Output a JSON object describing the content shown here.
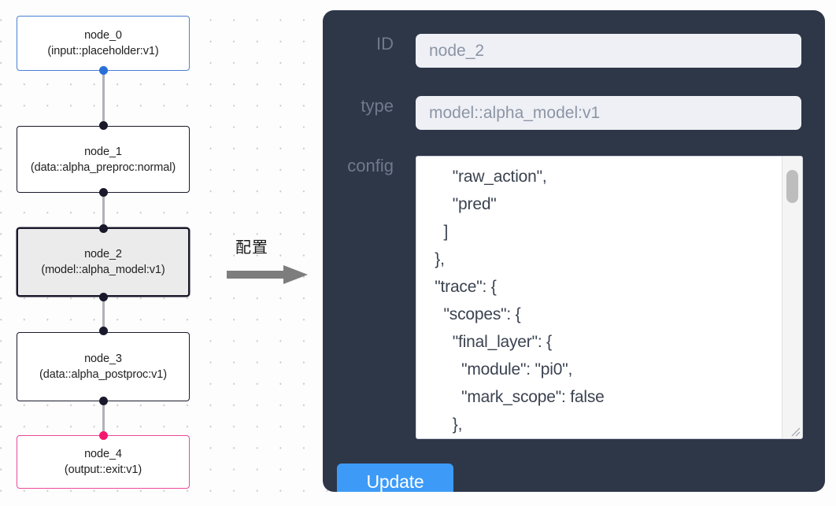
{
  "canvas": {
    "grid": "dotted",
    "background_color": "#fdfdfe"
  },
  "graph": {
    "nodes": [
      {
        "id": "node_0",
        "title": "node_0",
        "subtitle": "(input::placeholder:v1)",
        "role": "input",
        "selected": false,
        "border_color": "#4a7fd6"
      },
      {
        "id": "node_1",
        "title": "node_1",
        "subtitle": "(data::alpha_preproc:normal)",
        "role": "default",
        "selected": false,
        "border_color": "#1a192b"
      },
      {
        "id": "node_2",
        "title": "node_2",
        "subtitle": "(model::alpha_model:v1)",
        "role": "default",
        "selected": true,
        "border_color": "#1a192b"
      },
      {
        "id": "node_3",
        "title": "node_3",
        "subtitle": "(data::alpha_postproc:v1)",
        "role": "default",
        "selected": false,
        "border_color": "#1a192b"
      },
      {
        "id": "node_4",
        "title": "node_4",
        "subtitle": "(output::exit:v1)",
        "role": "output",
        "selected": false,
        "border_color": "#ec4899"
      }
    ],
    "edge_color": "#b1b1b7",
    "handle_color": "#1a192b",
    "handle_color_input": "#2a6fd6",
    "handle_color_output": "#f5176d"
  },
  "arrow": {
    "caption": "配置",
    "color": "#7d7d7d"
  },
  "panel": {
    "background_color": "#2e3748",
    "accent_color": "#3d9bf7",
    "fields": [
      {
        "label": "ID",
        "value": "node_2"
      },
      {
        "label": "type",
        "value": "model::alpha_model:v1"
      }
    ],
    "id_label": "ID",
    "id_value": "node_2",
    "type_label": "type",
    "type_value": "model::alpha_model:v1",
    "config_label": "config",
    "config_value": "      \"raw_action\",\n      \"pred\"\n    ]\n  },\n  \"trace\": {\n    \"scopes\": {\n      \"final_layer\": {\n        \"module\": \"pi0\",\n        \"mark_scope\": false\n      },\n      \"action_model\": {",
    "update_label": "Update"
  }
}
